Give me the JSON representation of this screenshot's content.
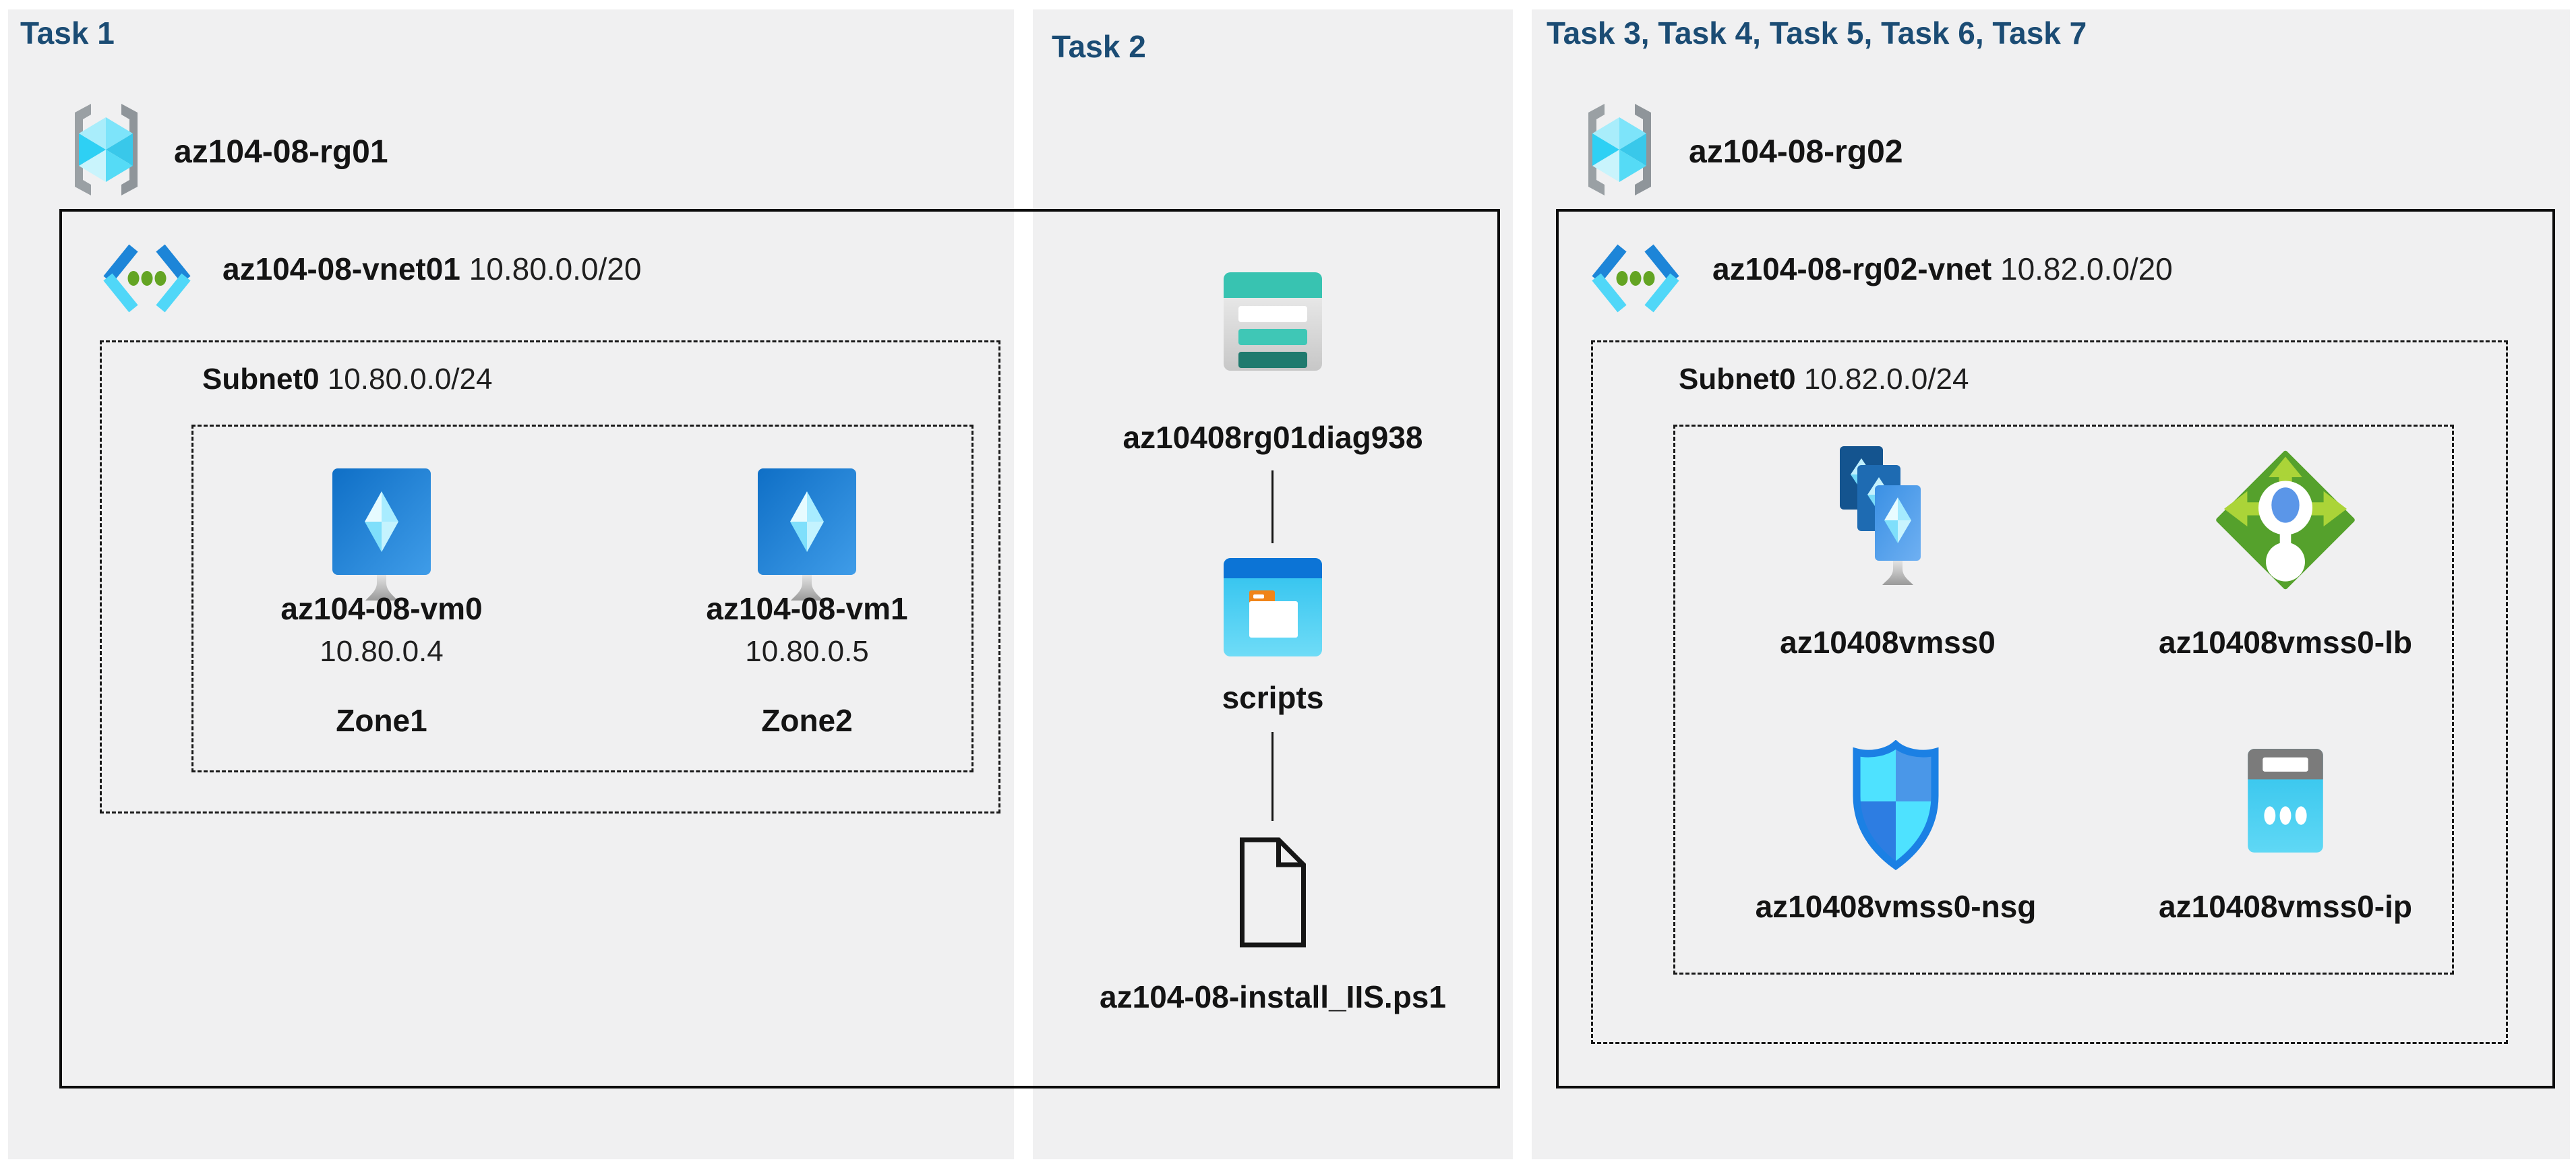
{
  "colors": {
    "page_background": "#ffffff",
    "panel_background": "#f0f0f1",
    "task_title": "#1b4c74",
    "label_text": "#141414",
    "box_border": "#0b0b0b",
    "vnet_blue": "#1d85d8",
    "vnet_cyan": "#50d7f8",
    "vnet_dot_green": "#63a423",
    "storage_teal": "#38c3b1",
    "folder_orange": "#f08418",
    "lb_green": "#55a12c",
    "nsg_border_blue": "#1b80e4",
    "ip_cyan": "#3fc9ee"
  },
  "tasks": {
    "task1": {
      "title": "Task 1",
      "resource_group": {
        "icon": "resource-group-icon",
        "name": "az104-08-rg01"
      },
      "vnet": {
        "icon": "virtual-network-icon",
        "name": "az104-08-vnet01",
        "cidr": "10.80.0.0/20"
      },
      "subnet": {
        "name": "Subnet0",
        "cidr": "10.80.0.0/24"
      },
      "vms": [
        {
          "icon": "virtual-machine-icon",
          "name": "az104-08-vm0",
          "ip": "10.80.0.4",
          "zone": "Zone1"
        },
        {
          "icon": "virtual-machine-icon",
          "name": "az104-08-vm1",
          "ip": "10.80.0.5",
          "zone": "Zone2"
        }
      ]
    },
    "task2": {
      "title": "Task 2",
      "storage_account": {
        "icon": "storage-account-icon",
        "name": "az10408rg01diag938"
      },
      "container": {
        "icon": "blob-container-icon",
        "name": "scripts"
      },
      "script_file": {
        "icon": "file-icon",
        "name": "az104-08-install_IIS.ps1"
      }
    },
    "task3": {
      "title": "Task 3, Task 4, Task 5, Task 6, Task 7",
      "resource_group": {
        "icon": "resource-group-icon",
        "name": "az104-08-rg02"
      },
      "vnet": {
        "icon": "virtual-network-icon",
        "name": "az104-08-rg02-vnet",
        "cidr": "10.82.0.0/20"
      },
      "subnet": {
        "name": "Subnet0",
        "cidr": "10.82.0.0/24"
      },
      "resources": {
        "vmss": {
          "icon": "vm-scale-set-icon",
          "name": "az10408vmss0"
        },
        "load_balancer": {
          "icon": "load-balancer-icon",
          "name": "az10408vmss0-lb"
        },
        "nsg": {
          "icon": "network-security-group-icon",
          "name": "az10408vmss0-nsg"
        },
        "public_ip": {
          "icon": "public-ip-icon",
          "name": "az10408vmss0-ip"
        }
      }
    }
  }
}
